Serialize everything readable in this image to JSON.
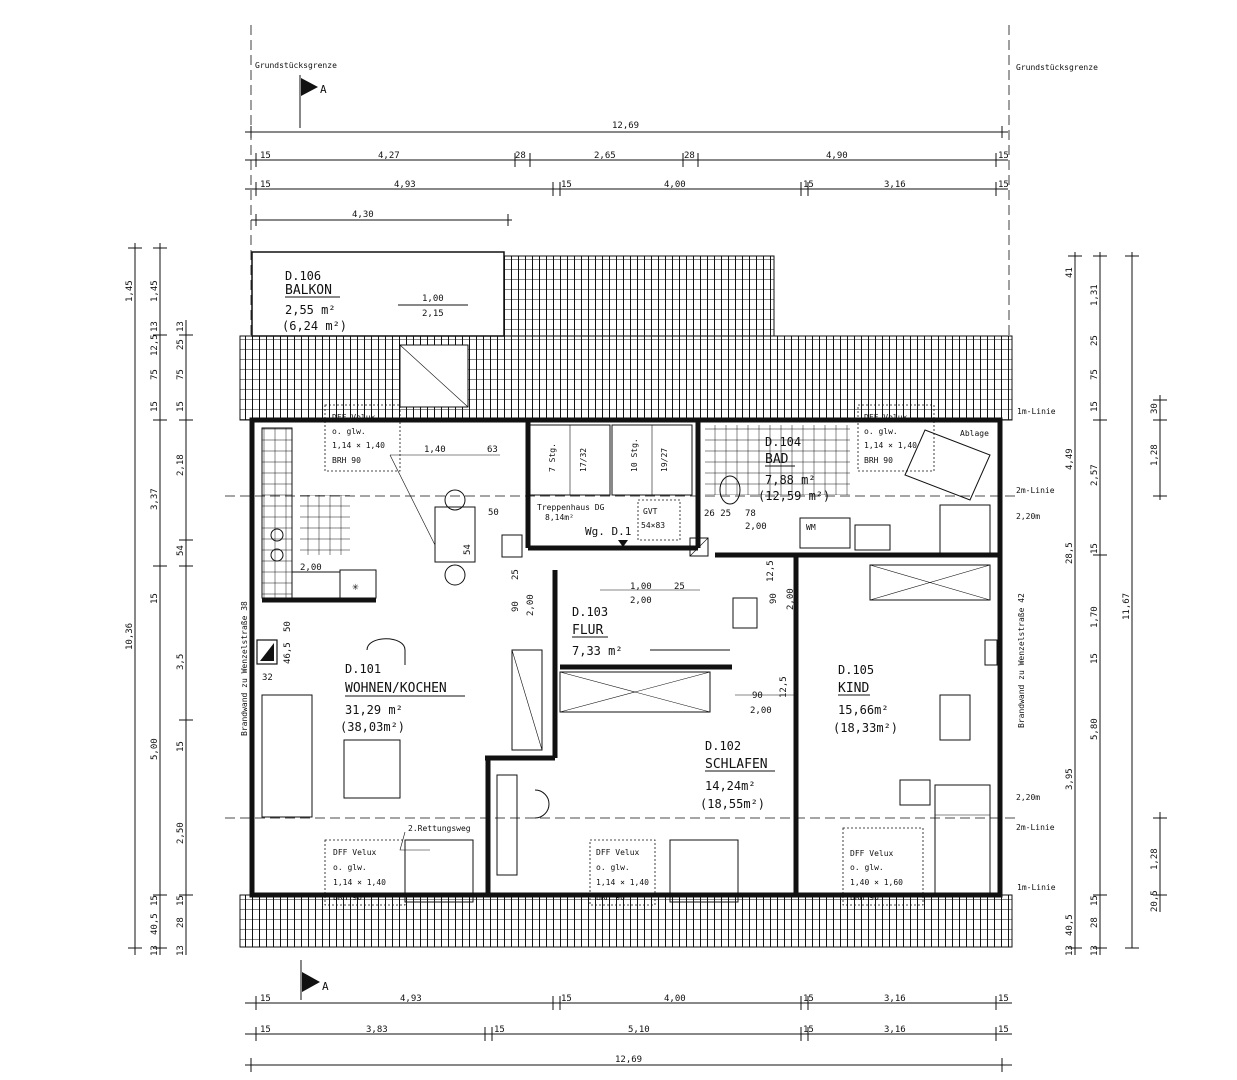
{
  "labels": {
    "grundstuecksgrenze": "Grundstücksgrenze",
    "section_mark": "A",
    "brandwand_left": "Brandwand zu Wenzelstraße 38",
    "brandwand_right": "Brandwand zu Wenzelstraße 42",
    "treppenhaus": "Treppenhaus DG",
    "treppenhaus_area": "8,14m²",
    "wg": "Wg. D.1",
    "gvt": "GVT",
    "gvt_size": "54×83",
    "stairs_a": "7 Stg.",
    "stairs_a_dim": "17/32",
    "stairs_b": "10 Stg.",
    "stairs_b_dim": "19/27",
    "rettungsweg": "2.Rettungsweg",
    "wm": "WM",
    "ablage": "Ablage",
    "linie_1m": "1m-Linie",
    "linie_2m": "2m-Linie",
    "linie_220": "2,20m"
  },
  "rooms": {
    "balkon": {
      "id": "D.106",
      "name": "BALKON",
      "area": "2,55 m²",
      "area2": "(6,24 m²)"
    },
    "wohnen": {
      "id": "D.101",
      "name": "WOHNEN/KOCHEN",
      "area": "31,29 m²",
      "area2": "(38,03m²)"
    },
    "bad": {
      "id": "D.104",
      "name": "BAD",
      "area": "7,88 m²",
      "area2": "(12,59 m²)"
    },
    "flur": {
      "id": "D.103",
      "name": "FLUR",
      "area": "7,33 m²"
    },
    "kind": {
      "id": "D.105",
      "name": "KIND",
      "area": "15,66m²",
      "area2": "(18,33m²)"
    },
    "schlafen": {
      "id": "D.102",
      "name": "SCHLAFEN",
      "area": "14,24m²",
      "area2": "(18,55m²)"
    }
  },
  "windows": {
    "line1": "DFF Velux",
    "line2": "o. glw.",
    "size_a": "1,14 × 1,40",
    "size_b": "1,40 × 1,60",
    "brh": "BRH 90"
  },
  "dims": {
    "total": "12,69",
    "w15": "15",
    "w28": "28",
    "r1b": "4,27",
    "r1d": "2,65",
    "r1f": "4,90",
    "r2b": "4,93",
    "r2d": "4,00",
    "r2f": "3,16",
    "r3": "4,30",
    "b2b": "3,83",
    "b2d": "5,10",
    "bal_a": "1,00",
    "bal_b": "2,15",
    "k140": "1,40",
    "k63": "63",
    "d50": "50",
    "d54": "54",
    "d200": "2,00",
    "d100": "1,00",
    "d25": "25",
    "d90": "90",
    "d125": "12,5",
    "d78": "78",
    "d2625": "26 25",
    "d32": "32",
    "d465": "46,5",
    "l145": "1,45",
    "l13": "13",
    "l125": "12,5",
    "l25": "25",
    "l75": "75",
    "l15": "15",
    "l337": "3,37",
    "l218": "2,18",
    "l54": "54",
    "l1036": "10,36",
    "l35": "3,5",
    "l500": "5,00",
    "l250": "2,50",
    "l405": "40,5",
    "l28": "28",
    "rr41": "41",
    "rr131": "1,31",
    "rr25": "25",
    "rr75": "75",
    "rr449": "4,49",
    "rr257": "2,57",
    "rr30": "30",
    "rr128": "1,28",
    "rr285": "28,5",
    "rr170": "1,70",
    "rr1167": "11,67",
    "rr580": "5,80",
    "rr395": "3,95",
    "rr205": "20,5"
  }
}
